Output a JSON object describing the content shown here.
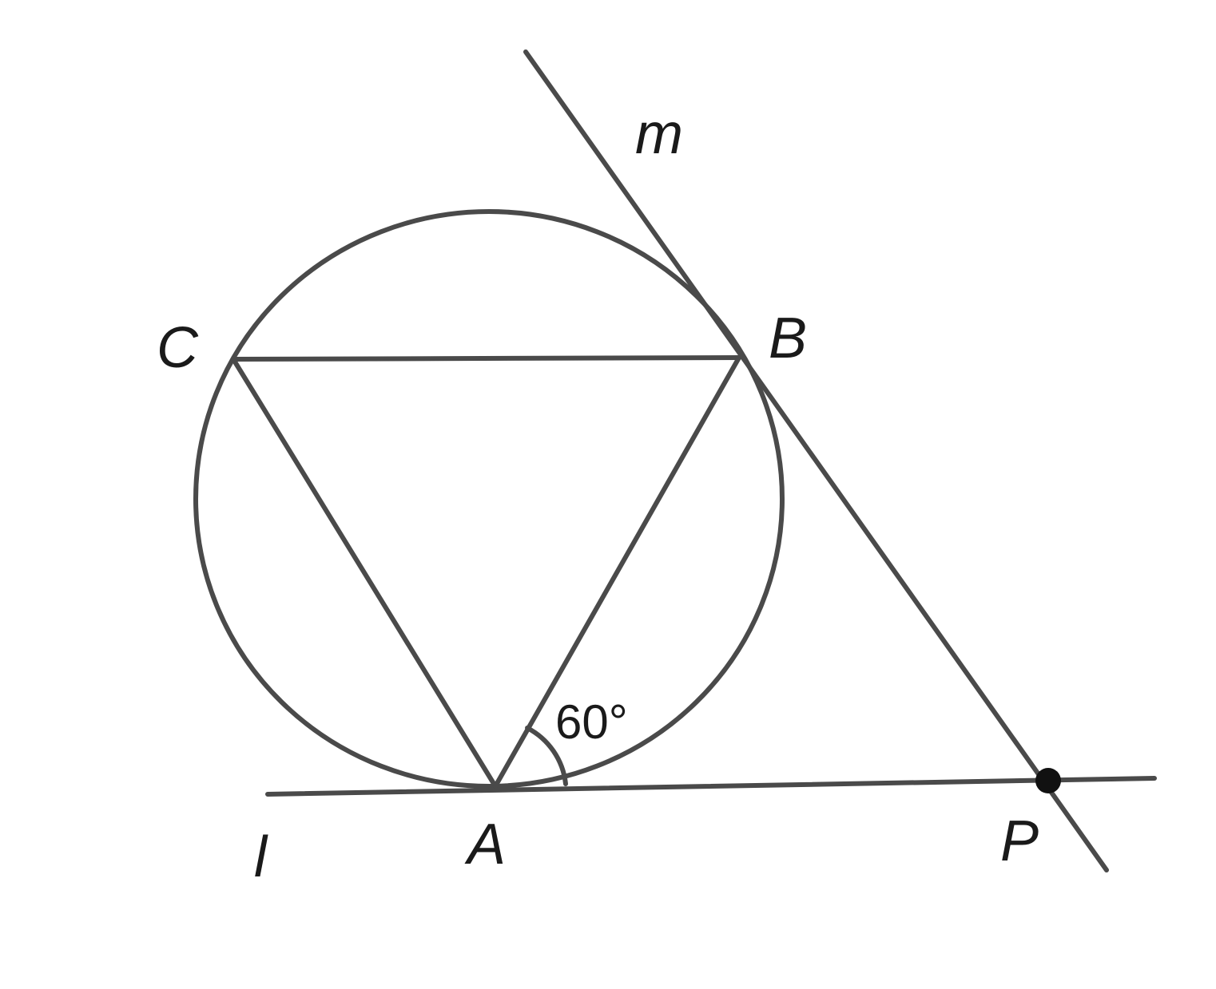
{
  "labels": {
    "m": "m",
    "C": "C",
    "B": "B",
    "A": "A",
    "P": "P",
    "l": "l",
    "angle": "60°"
  },
  "colors": {
    "line": "#4a4a4a",
    "text": "#1a1a1a",
    "background": "#ffffff"
  }
}
